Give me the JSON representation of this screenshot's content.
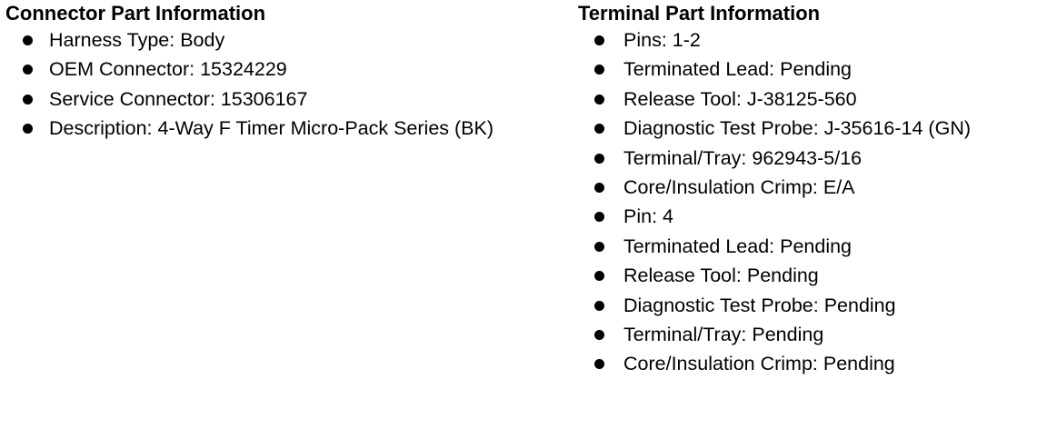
{
  "connector": {
    "heading": "Connector Part Information",
    "items": [
      "Harness Type: Body",
      "OEM Connector: 15324229",
      "Service Connector: 15306167",
      "Description: 4-Way F Timer Micro-Pack Series (BK)"
    ]
  },
  "terminal": {
    "heading": "Terminal Part Information",
    "groups": [
      {
        "items": [
          "Pins: 1-2",
          "Terminated Lead: Pending",
          "Release Tool: J-38125-560",
          "Diagnostic Test Probe: J-35616-14 (GN)",
          "Terminal/Tray: 962943-5/16",
          "Core/Insulation Crimp: E/A"
        ]
      },
      {
        "items": [
          "Pin: 4",
          "Terminated Lead: Pending",
          "Release Tool: Pending",
          "Diagnostic Test Probe: Pending",
          "Terminal/Tray: Pending",
          "Core/Insulation Crimp: Pending"
        ]
      }
    ]
  }
}
